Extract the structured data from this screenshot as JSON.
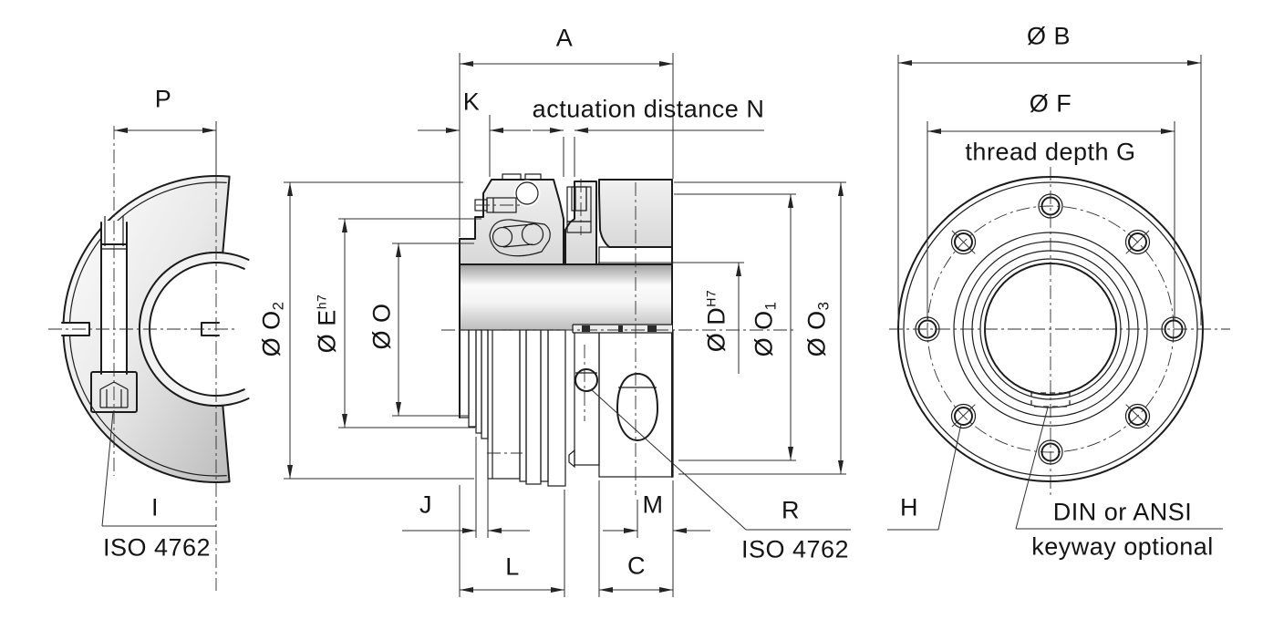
{
  "drawing_title": "flange coupling / safety clutch dimension drawing",
  "colors": {
    "line": "#1b1b1b",
    "dim_line": "#2d2d2d",
    "background": "#ffffff",
    "metal_light": "#f1f1f1",
    "metal_dark": "#8a8a8a"
  },
  "left_view": {
    "dim_p": "P",
    "callout_i": "I",
    "callout_i_standard": "ISO 4762"
  },
  "middle_view": {
    "dim_a": "A",
    "dim_k": "K",
    "dim_n": "actuation distance N",
    "dia_o2": {
      "base": "Ø O",
      "sub": "2"
    },
    "dia_e": {
      "base": "Ø E",
      "sup": "h7"
    },
    "dia_o": {
      "base": "Ø O"
    },
    "dia_d": {
      "base": "Ø D",
      "sup": "H7"
    },
    "dia_o1": {
      "base": "Ø O",
      "sub": "1"
    },
    "dia_o3": {
      "base": "Ø O",
      "sub": "3"
    },
    "dim_j": "J",
    "dim_l": "L",
    "dim_m": "M",
    "dim_c": "C",
    "callout_r": "R",
    "callout_r_standard": "ISO 4762"
  },
  "right_view": {
    "dia_b": {
      "base": "Ø B"
    },
    "dia_f": {
      "base": "Ø F"
    },
    "thread_note": "thread depth G",
    "callout_h": "H",
    "keyway_note_line1": "DIN or ANSI",
    "keyway_note_line2": "keyway optional"
  }
}
